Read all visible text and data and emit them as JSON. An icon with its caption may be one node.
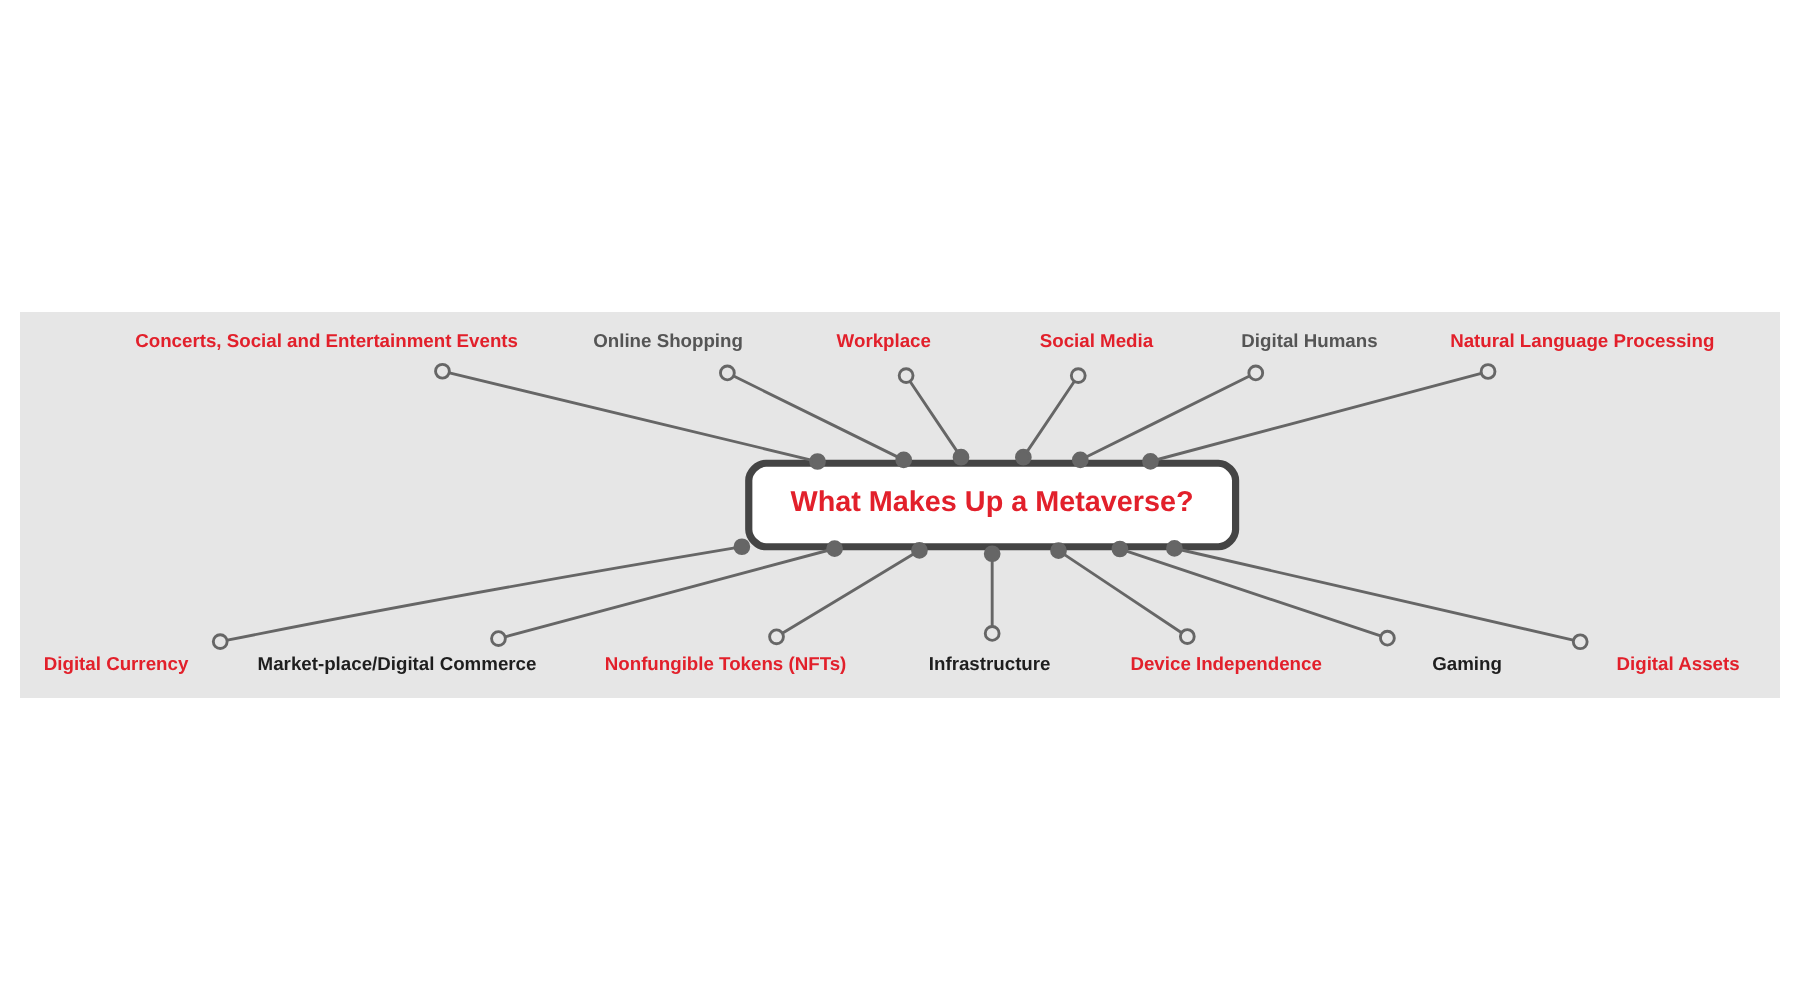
{
  "diagram": {
    "nodes": [
      {
        "text": [
          "What Makes Up a Metaverse?"
        ]
      },
      {
        "text": [
          "Concerts, Social and Entertainment Events"
        ]
      },
      {
        "text": [
          "Online Shopping"
        ]
      },
      {
        "text": [
          "Workplace"
        ]
      },
      {
        "text": [
          "Social Media"
        ]
      },
      {
        "text": [
          "Digital Humans"
        ]
      },
      {
        "text": [
          "Natural Language Processing"
        ]
      },
      {
        "text": [
          "Digital Currency"
        ]
      },
      {
        "text": [
          "Market-place/Digital Commerce"
        ]
      },
      {
        "text": [
          "Nonfungible Tokens (NFTs)"
        ]
      },
      {
        "text": [
          "Infrastructure"
        ]
      },
      {
        "text": [
          "Device Independence"
        ]
      },
      {
        "text": [
          "Gaming"
        ]
      },
      {
        "text": [
          "Digital Assets"
        ]
      }
    ],
    "edges": [
      {
        "from": 0,
        "to": 1,
        "arrow": "other"
      },
      {
        "from": 0,
        "to": 2,
        "arrow": "other"
      },
      {
        "from": 0,
        "to": 3,
        "arrow": "other"
      },
      {
        "from": 0,
        "to": 4,
        "arrow": "other"
      },
      {
        "from": 0,
        "to": 5,
        "arrow": "other"
      },
      {
        "from": 0,
        "to": 6,
        "arrow": "other"
      },
      {
        "from": 0,
        "to": 7,
        "arrow": "other"
      },
      {
        "from": 0,
        "to": 8,
        "arrow": "other"
      },
      {
        "from": 0,
        "to": 9,
        "arrow": "other"
      },
      {
        "from": 0,
        "to": 10,
        "arrow": "other"
      },
      {
        "from": 0,
        "to": 11,
        "arrow": "other"
      },
      {
        "from": 0,
        "to": 12,
        "arrow": "other"
      },
      {
        "from": 0,
        "to": 13,
        "arrow": "other"
      }
    ]
  }
}
